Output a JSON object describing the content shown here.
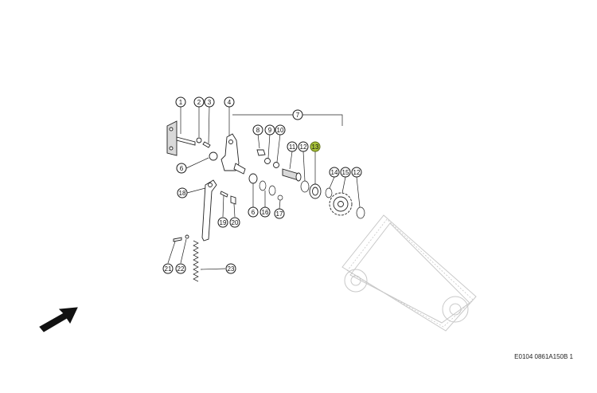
{
  "diagram": {
    "doc_code": "E0104 0861A150B 1",
    "highlighted": "13",
    "callouts": [
      "1",
      "2",
      "3",
      "4",
      "6",
      "6",
      "7",
      "8",
      "9",
      "10",
      "11",
      "12",
      "13",
      "14",
      "15",
      "12",
      "16",
      "17",
      "18",
      "19",
      "20",
      "21",
      "22",
      "23"
    ]
  }
}
